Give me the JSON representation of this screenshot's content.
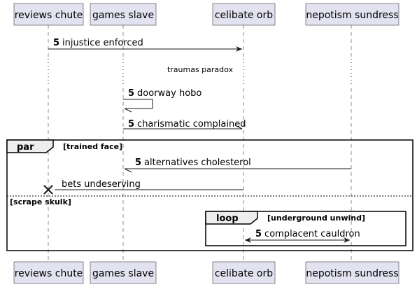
{
  "participants": [
    {
      "id": "reviews_chute",
      "label": "reviews chute"
    },
    {
      "id": "games_slave",
      "label": "games slave"
    },
    {
      "id": "celibate_orb",
      "label": "celibate orb"
    },
    {
      "id": "nepotism_sundress",
      "label": "nepotism sundress"
    }
  ],
  "messages": [
    {
      "num": "5",
      "text": "injustice enforced",
      "from": "reviews_chute",
      "to": "celibate_orb",
      "arrow": "solid"
    },
    {
      "num": "5",
      "text": "doorway hobo",
      "from": "games_slave",
      "to": "games_slave",
      "arrow": "open-self"
    },
    {
      "num": "5",
      "text": "charismatic complained",
      "from": "games_slave",
      "to": "celibate_orb",
      "arrow": "half"
    },
    {
      "num": "5",
      "text": "alternatives cholesterol",
      "from": "nepotism_sundress",
      "to": "games_slave",
      "arrow": "half"
    },
    {
      "num": "",
      "text": "bets undeserving",
      "from": "celibate_orb",
      "to": "reviews_chute",
      "arrow": "destroy"
    },
    {
      "num": "5",
      "text": "complacent cauldron",
      "from": "celibate_orb",
      "to": "nepotism_sundress",
      "arrow": "bidirectional"
    }
  ],
  "delay_text": "traumas paradox",
  "fragments": {
    "par": {
      "keyword": "par",
      "guard": "[trained face]",
      "else_guard": "[scrape skulk]"
    },
    "loop": {
      "keyword": "loop",
      "guard": "[underground unwind]"
    }
  }
}
